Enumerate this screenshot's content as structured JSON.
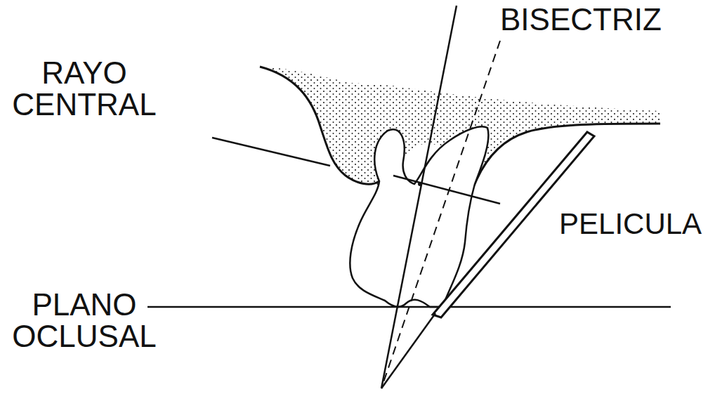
{
  "diagram": {
    "labels": [
      "BISECTRIZ",
      "RAYO CENTRAL",
      "PELICULA",
      "PLANO OCLUSAL"
    ]
  }
}
